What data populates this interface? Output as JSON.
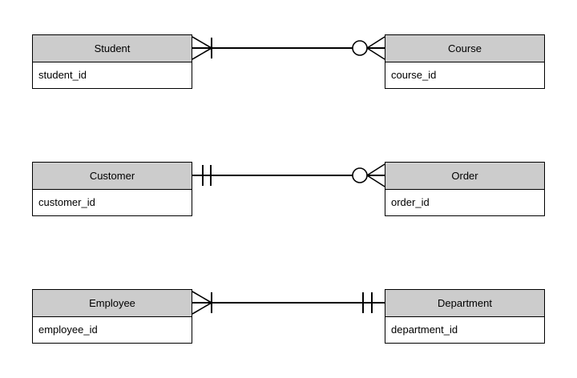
{
  "diagram": {
    "type": "entity-relationship-diagram",
    "notation": "crow-foot",
    "background_color": "#ffffff",
    "entity_header_color": "#cccccc",
    "entity_body_color": "#ffffff",
    "line_color": "#000000",
    "entities": [
      {
        "id": "student",
        "name": "Student",
        "attributes": [
          "student_id"
        ]
      },
      {
        "id": "course",
        "name": "Course",
        "attributes": [
          "course_id"
        ]
      },
      {
        "id": "customer",
        "name": "Customer",
        "attributes": [
          "customer_id"
        ]
      },
      {
        "id": "order",
        "name": "Order",
        "attributes": [
          "order_id"
        ]
      },
      {
        "id": "employee",
        "name": "Employee",
        "attributes": [
          "employee_id"
        ]
      },
      {
        "id": "department",
        "name": "Department",
        "attributes": [
          "department_id"
        ]
      }
    ],
    "relationships": [
      {
        "id": "student-course",
        "from": "Student",
        "to": "Course",
        "from_cardinality": "one-or-more",
        "to_cardinality": "zero-or-more"
      },
      {
        "id": "customer-order",
        "from": "Customer",
        "to": "Order",
        "from_cardinality": "exactly-one",
        "to_cardinality": "zero-or-more"
      },
      {
        "id": "employee-department",
        "from": "Employee",
        "to": "Department",
        "from_cardinality": "one-or-more",
        "to_cardinality": "exactly-one"
      }
    ]
  }
}
